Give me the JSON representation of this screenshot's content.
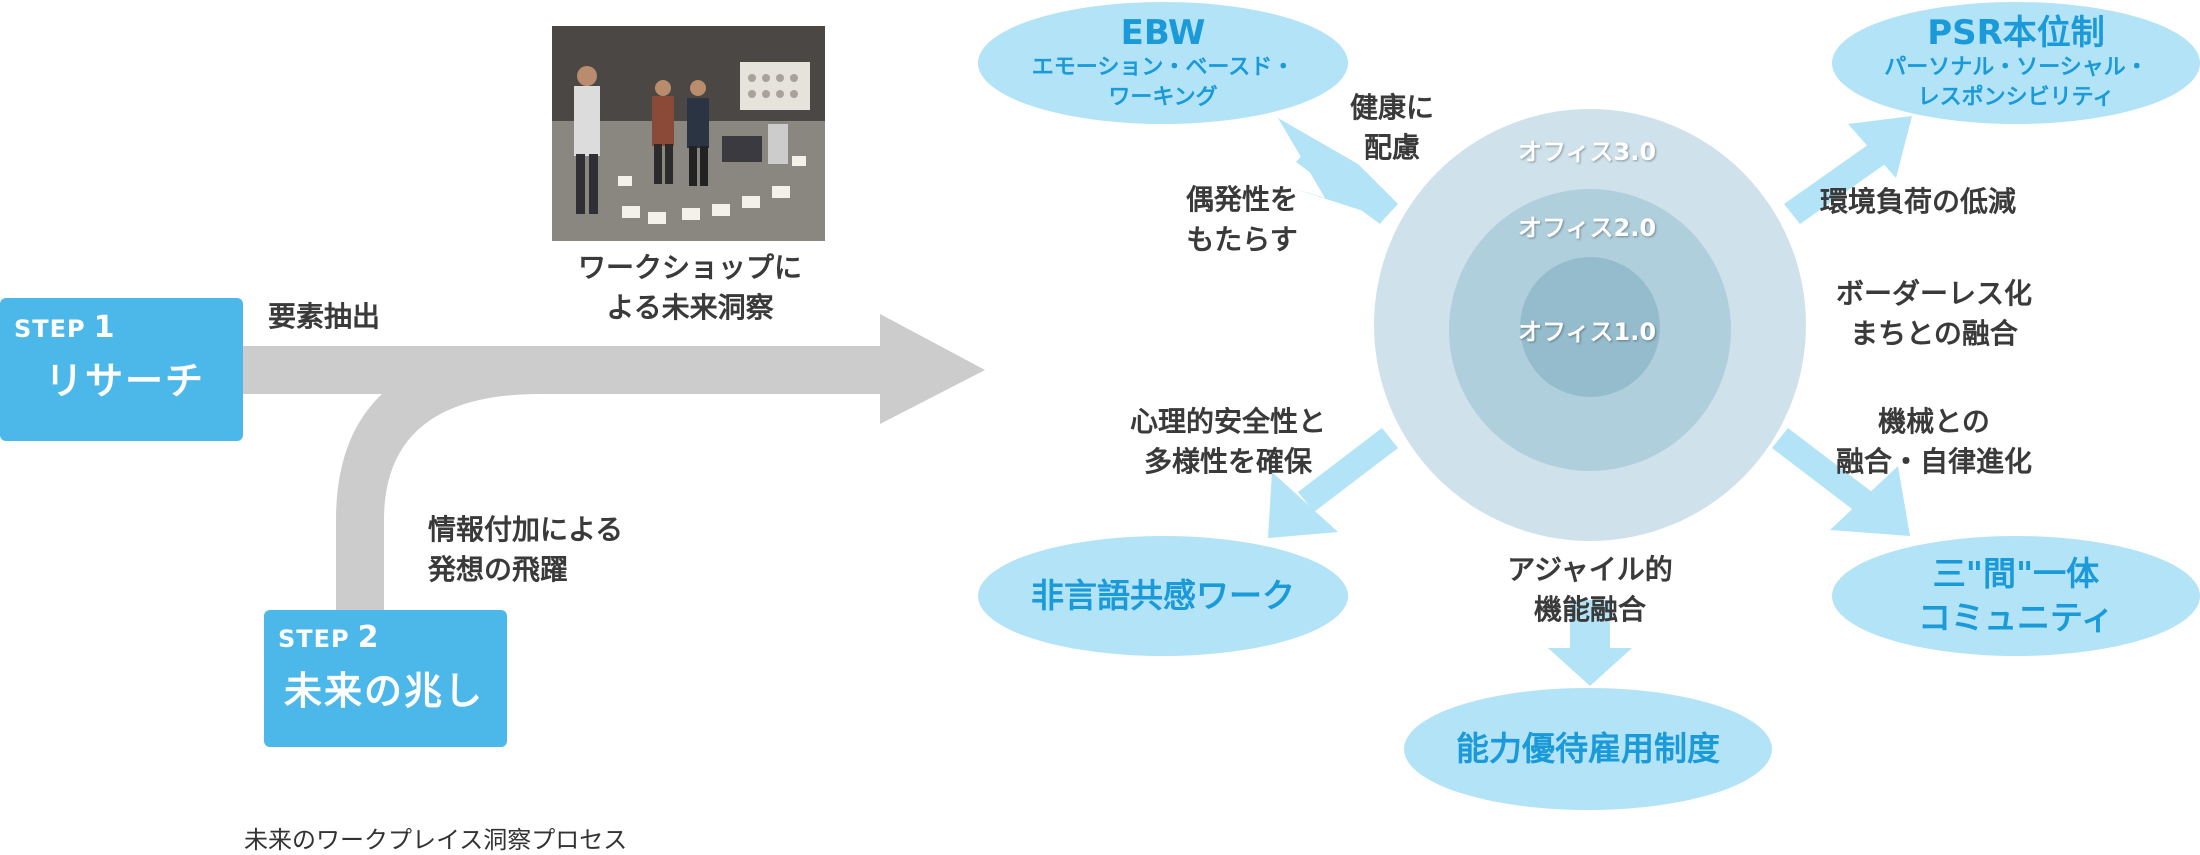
{
  "steps": [
    {
      "label": "STEP",
      "number": "1",
      "title": "リサーチ"
    },
    {
      "label": "STEP",
      "number": "2",
      "title": "未来の兆し"
    }
  ],
  "flow_labels": {
    "extract": "要素抽出",
    "leap_line1": "情報付加による",
    "leap_line2": "発想の飛躍",
    "workshop_line1": "ワークショップに",
    "workshop_line2": "よる未来洞察"
  },
  "offices": {
    "ring3": "オフィス3.0",
    "ring2": "オフィス2.0",
    "ring1": "オフィス1.0"
  },
  "outcomes": {
    "ebw": {
      "title": "EBW",
      "sub1": "エモーション・ベースド・",
      "sub2": "ワーキング"
    },
    "psr": {
      "title": "PSR本位制",
      "sub1": "パーソナル・ソーシャル・",
      "sub2": "レスポンシビリティ"
    },
    "nonverbal": {
      "title": "非言語共感ワーク"
    },
    "community": {
      "line1": "三\"間\"一体",
      "line2": "コミュニティ"
    },
    "ability": {
      "title": "能力優待雇用制度"
    }
  },
  "arrow_labels": {
    "health_1": "健康に",
    "health_2": "配慮",
    "chance_1": "偶発性を",
    "chance_2": "もたらす",
    "env": "環境負荷の低減",
    "border_1": "ボーダーレス化",
    "border_2": "まちとの融合",
    "psych_1": "心理的安全性と",
    "psych_2": "多様性を確保",
    "machine_1": "機械との",
    "machine_2": "融合・自律進化",
    "agile_1": "アジャイル的",
    "agile_2": "機能融合"
  },
  "caption": "未来のワークプレイス洞察プロセス",
  "colors": {
    "step_blue": "#4cb8ea",
    "ellipse_fill": "#b3e3f7",
    "ellipse_text": "#1a9ad8",
    "arrow_gray": "#cccccc",
    "arrow_blue": "#b3e3f7",
    "circle_outer": "#cfe2ec",
    "circle_mid": "#b0cfdd",
    "circle_inner": "#94bccd"
  }
}
